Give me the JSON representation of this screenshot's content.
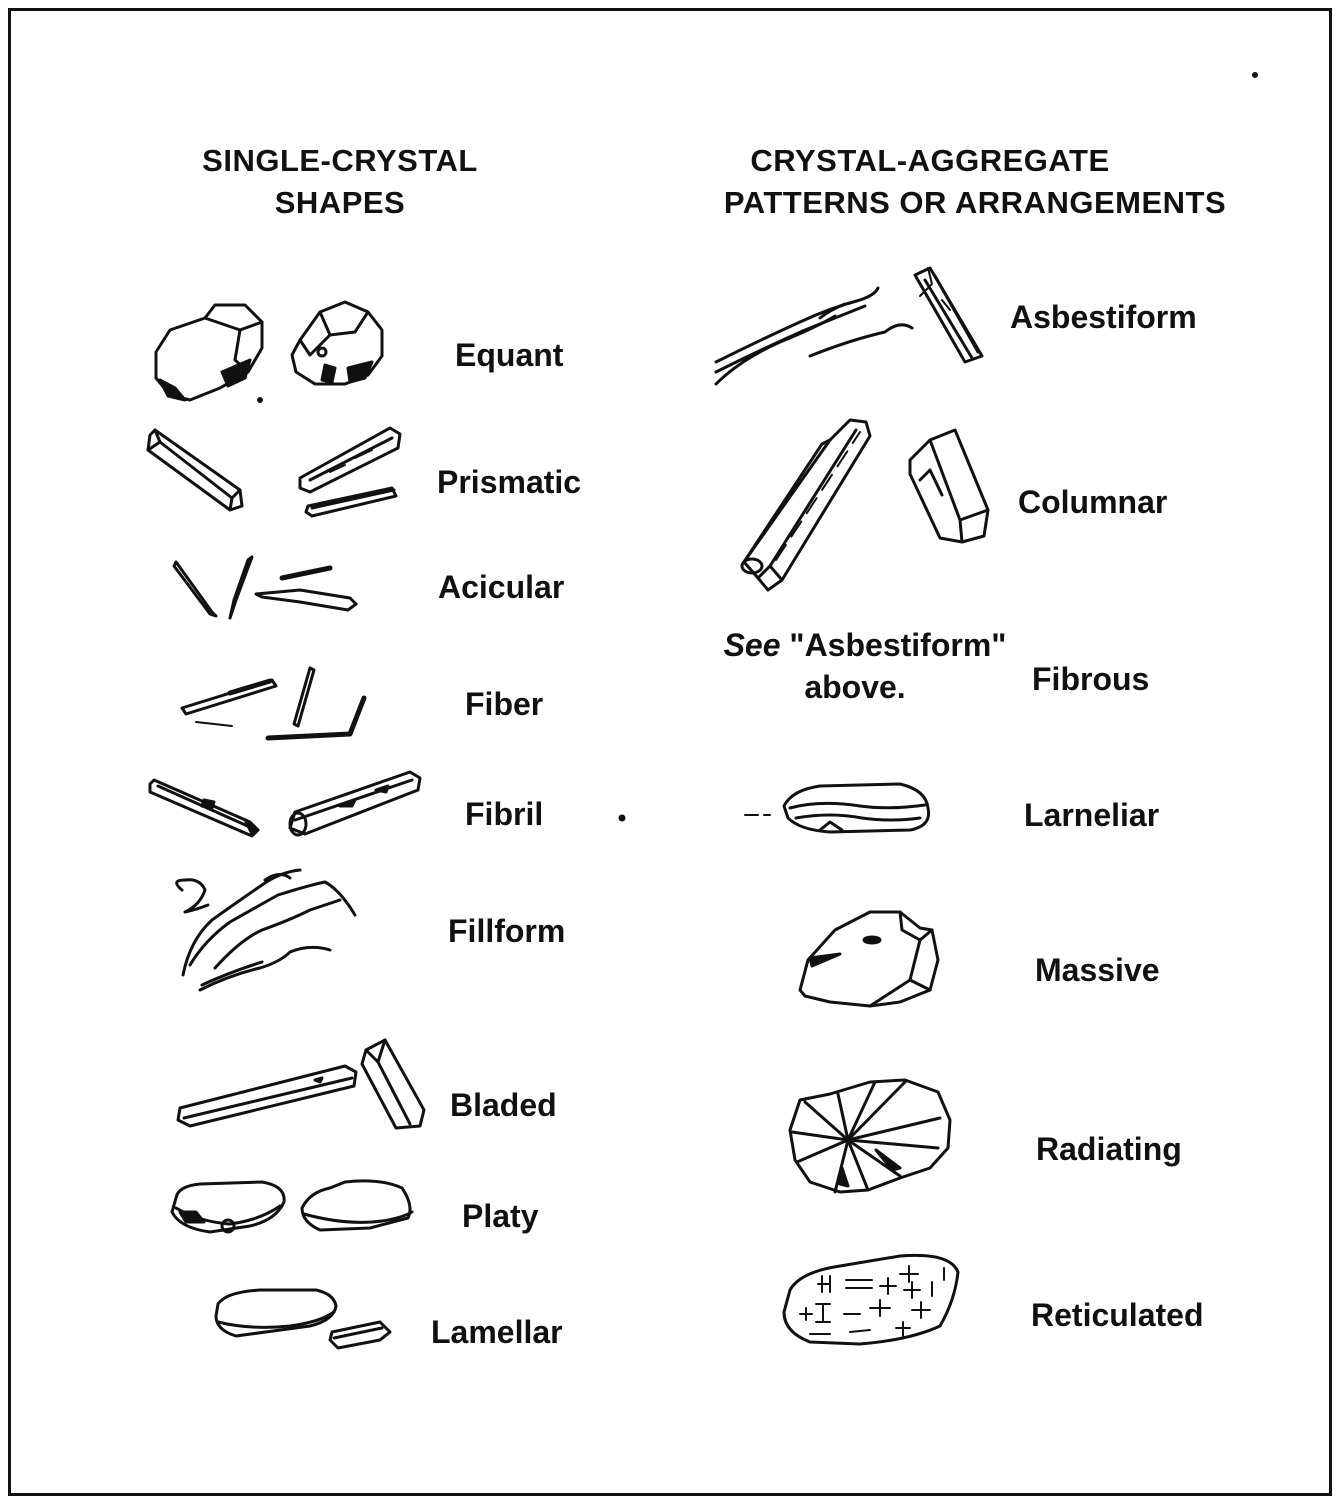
{
  "left_column": {
    "heading_line1": "SINGLE-CRYSTAL",
    "heading_line2": "SHAPES",
    "labels": {
      "equant": "Equant",
      "prismatic": "Prismatic",
      "acicular": "Acicular",
      "fiber": "Fiber",
      "fibril": "Fibril",
      "fillform": "Fillform",
      "bladed": "Bladed",
      "platy": "Platy",
      "lamellar": "Lamellar"
    }
  },
  "right_column": {
    "heading_line1": "CRYSTAL-AGGREGATE",
    "heading_line2": "PATTERNS OR ARRANGEMENTS",
    "labels": {
      "asbestiform": "Asbestiform",
      "columnar": "Columnar",
      "fibrous": "Fibrous",
      "larneliar": "Larneliar",
      "massive": "Massive",
      "radiating": "Radiating",
      "reticulated": "Reticulated"
    },
    "fibrous_note_see": "See",
    "fibrous_note_rest": " \"Asbestiform\"",
    "fibrous_note_line2": "above."
  },
  "colors": {
    "ink": "#111111",
    "background": "#ffffff"
  }
}
